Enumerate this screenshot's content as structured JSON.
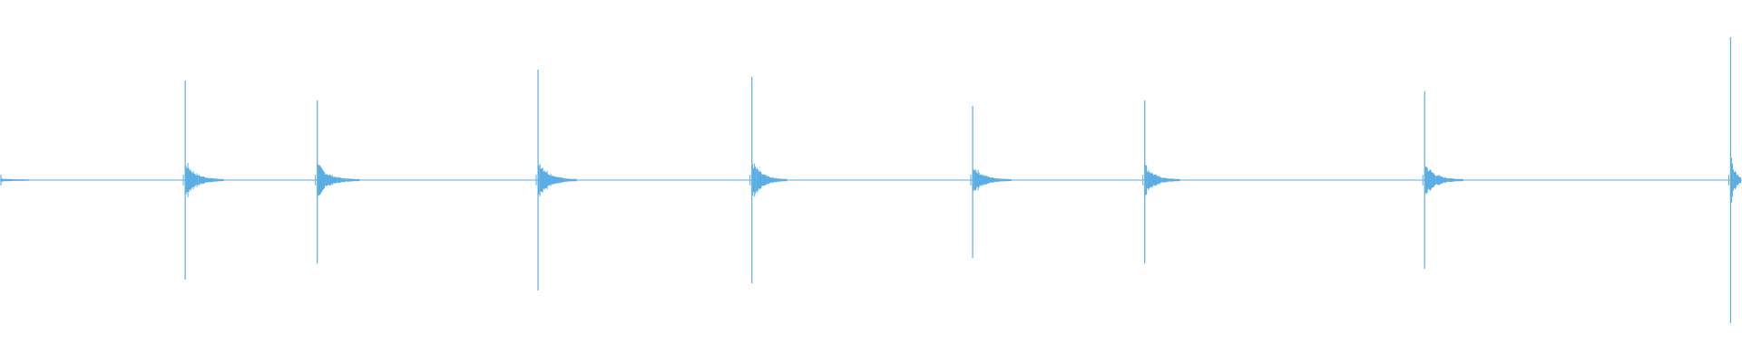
{
  "chart_data": {
    "type": "waveform",
    "title": "",
    "xlabel": "",
    "ylabel": "",
    "x_range": [
      0,
      1
    ],
    "amplitude_range": [
      -1,
      1
    ],
    "baseline": 0,
    "grid": false,
    "legend": "none",
    "color": "#5aaee3",
    "transients": [
      {
        "time": 0.0,
        "peak": 0.03,
        "trough": -0.03,
        "decay": 0.016
      },
      {
        "time": 0.106,
        "peak": 0.55,
        "trough": -0.55,
        "decay": 0.022
      },
      {
        "time": 0.182,
        "peak": 0.44,
        "trough": -0.46,
        "decay": 0.024
      },
      {
        "time": 0.309,
        "peak": 0.61,
        "trough": -0.61,
        "decay": 0.022
      },
      {
        "time": 0.432,
        "peak": 0.57,
        "trough": -0.57,
        "decay": 0.02
      },
      {
        "time": 0.559,
        "peak": 0.41,
        "trough": -0.43,
        "decay": 0.022
      },
      {
        "time": 0.658,
        "peak": 0.44,
        "trough": -0.46,
        "decay": 0.02
      },
      {
        "time": 0.819,
        "peak": 0.49,
        "trough": -0.49,
        "decay": 0.022
      },
      {
        "time": 0.995,
        "peak": 0.79,
        "trough": -0.79,
        "decay": 0.01
      }
    ]
  }
}
